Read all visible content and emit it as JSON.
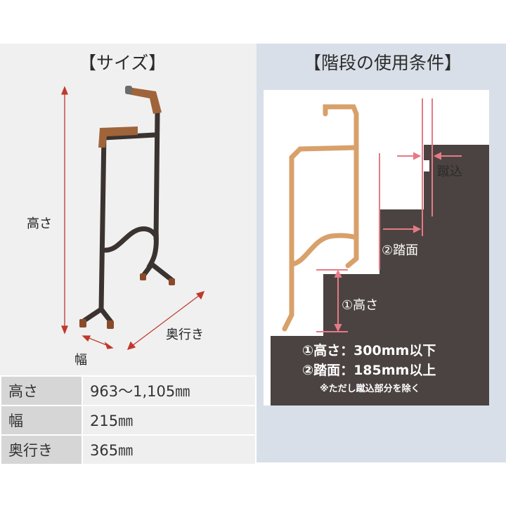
{
  "left": {
    "heading": "【サイズ】",
    "labels": {
      "height": "高さ",
      "depth": "奥行き",
      "width": "幅"
    },
    "specs": [
      {
        "key": "高さ",
        "value": "963〜1,105㎜"
      },
      {
        "key": "幅",
        "value": "215㎜"
      },
      {
        "key": "奥行き",
        "value": "365㎜"
      }
    ]
  },
  "right": {
    "heading": "【階段の使用条件】",
    "labels": {
      "kerikomi": "蹴込",
      "tread": "②踏面",
      "rise": "①高さ"
    },
    "conditions": [
      "①高さ：300mm以下",
      "②踏面：185mm以上"
    ],
    "note": "※ただし蹴込部分を除く"
  },
  "colors": {
    "dimension_red": "#c0392b",
    "handle_brown": "#a0643a",
    "frame_dark": "#3a3330",
    "cane_tan": "#d8a06a",
    "stair_dark": "#4b4341",
    "marker_pink": "#e57a86"
  }
}
